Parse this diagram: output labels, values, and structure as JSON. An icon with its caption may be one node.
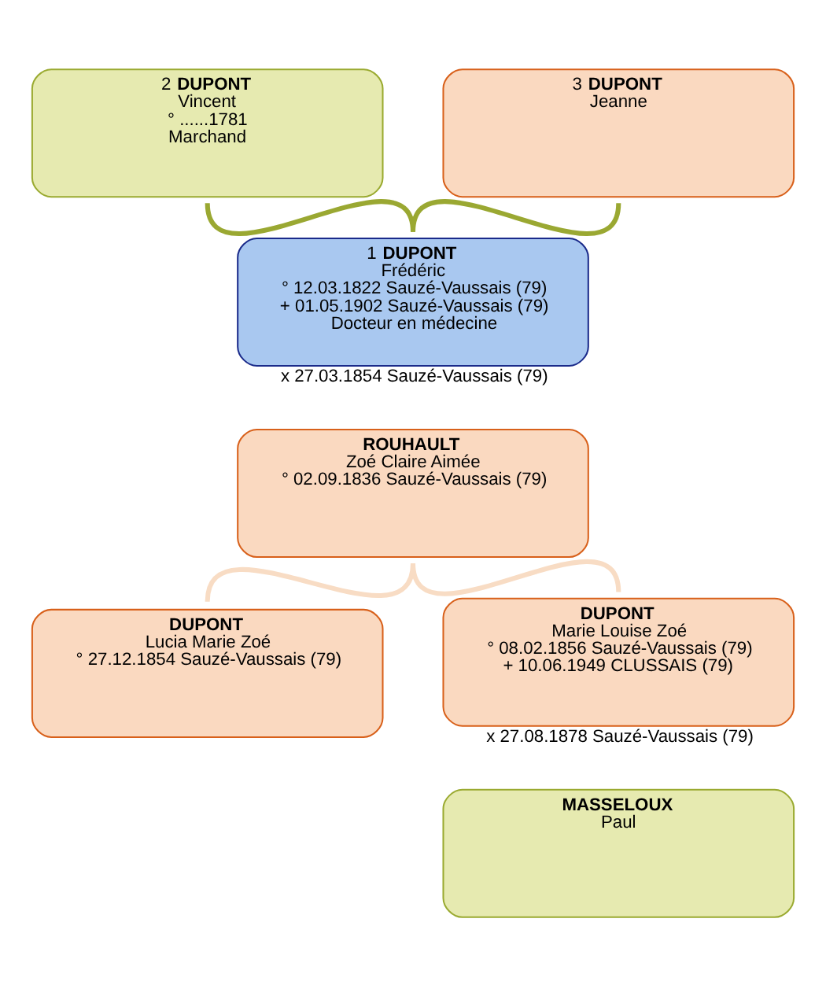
{
  "diagram": {
    "nodes": [
      {
        "text": [
          "2 **DUPONT**",
          "Vincent",
          "° ......1781",
          "Marchand"
        ]
      },
      {
        "text": [
          "3 **DUPONT**",
          "Jeanne"
        ]
      },
      {
        "text": [
          "1 **DUPONT**",
          "Frédéric",
          "° 12.03.1822 Sauzé-Vaussais (79)",
          "+ 01.05.1902 Sauzé-Vaussais (79)",
          "Docteur en médecine"
        ],
        "beside": [
          "x 27.03.1854 Sauzé-Vaussais (79)"
        ]
      },
      {
        "text": [
          "ROUHAULT",
          "Zoé Claire Aimée",
          "° 02.09.1836 Sauzé-Vaussais (79)"
        ]
      },
      {
        "text": [
          "DUPONT",
          "Lucia Marie Zoé",
          "° 27.12.1854 Sauzé-Vaussais (79)"
        ]
      },
      {
        "text": [
          "DUPONT",
          "Marie Louise Zoé",
          "° 08.02.1856 Sauzé-Vaussais (79)",
          "+ 10.06.1949 CLUSSAIS (79)"
        ],
        "beside": [
          "x 27.08.1878 Sauzé-Vaussais (79)"
        ]
      },
      {
        "text": [
          "MASSELOUX",
          "Paul"
        ]
      }
    ],
    "edges": [
      {
        "from": 0,
        "to": 2,
        "arrow": "none",
        "color": "#9aa832"
      },
      {
        "from": 1,
        "to": 2,
        "arrow": "none",
        "color": "#9aa832"
      },
      {
        "from": 3,
        "to": 4,
        "arrow": "none",
        "color": "#f8dcc4"
      },
      {
        "from": 3,
        "to": 5,
        "arrow": "none",
        "color": "#f8dcc4"
      }
    ]
  }
}
